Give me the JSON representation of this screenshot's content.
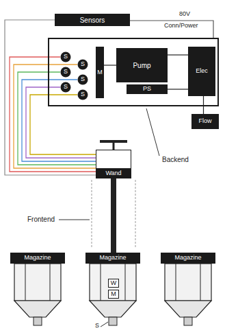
{
  "diagram": {
    "nodes": [
      {
        "text": [
          "Sensors"
        ]
      },
      {
        "text": [
          "Backend"
        ]
      },
      {
        "text": [
          "S"
        ],
        "in": 1
      },
      {
        "text": [
          "S"
        ],
        "in": 1
      },
      {
        "text": [
          "S"
        ],
        "in": 1
      },
      {
        "text": [
          "S"
        ],
        "in": 1
      },
      {
        "text": [
          "S"
        ],
        "in": 1
      },
      {
        "text": [
          "S"
        ],
        "in": 1
      },
      {
        "text": [
          "M"
        ],
        "in": 1
      },
      {
        "text": [
          "Pump"
        ],
        "in": 1
      },
      {
        "text": [
          "PS"
        ],
        "in": 1
      },
      {
        "text": [
          "Elec"
        ],
        "in": 1
      },
      {
        "text": [
          "Flow"
        ]
      },
      {
        "text": [
          "Wand"
        ]
      },
      {
        "text": [
          "Magazine"
        ]
      },
      {
        "text": [
          "Magazine"
        ]
      },
      {
        "text": [
          "Magazine"
        ]
      },
      {
        "text": [
          "W"
        ]
      },
      {
        "text": [
          "M"
        ]
      }
    ],
    "edges": [
      {
        "from": 0,
        "to": 13,
        "arrow": "none"
      },
      {
        "from": 2,
        "to": 13,
        "arrow": "none"
      },
      {
        "from": 3,
        "to": 13,
        "arrow": "none"
      },
      {
        "from": 4,
        "to": 13,
        "arrow": "none"
      },
      {
        "from": 5,
        "to": 13,
        "arrow": "none"
      },
      {
        "from": 6,
        "to": 13,
        "arrow": "none"
      },
      {
        "from": 7,
        "to": 13,
        "arrow": "none"
      },
      {
        "from": 8,
        "to": 9,
        "arrow": "none"
      },
      {
        "from": 9,
        "to": 11,
        "arrow": "none"
      },
      {
        "from": 10,
        "to": 11,
        "arrow": "none"
      },
      {
        "from": 11,
        "to": 12,
        "arrow": "none"
      },
      {
        "from": 13,
        "to": 15,
        "arrow": "none"
      }
    ],
    "labels": [
      "80V",
      "Conn/Power",
      "Frontend",
      "S"
    ]
  }
}
